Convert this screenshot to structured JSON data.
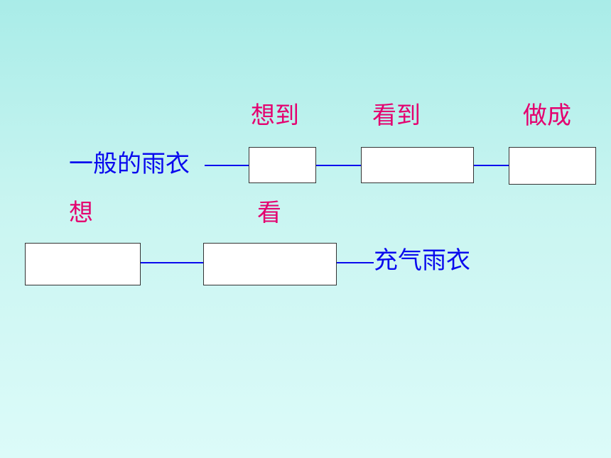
{
  "colors": {
    "background": "#c9f5f1",
    "heading_text": "#e4006f",
    "main_text": "#0a0aee",
    "box_fill": "#ffffff",
    "box_border": "#333333",
    "connector": "#0a0aee"
  },
  "row1": {
    "headings": [
      "想到",
      "看到",
      "做成"
    ],
    "start_label": "一般的雨衣"
  },
  "row2": {
    "headings": [
      "想",
      "看"
    ],
    "end_label": "充气雨衣"
  }
}
